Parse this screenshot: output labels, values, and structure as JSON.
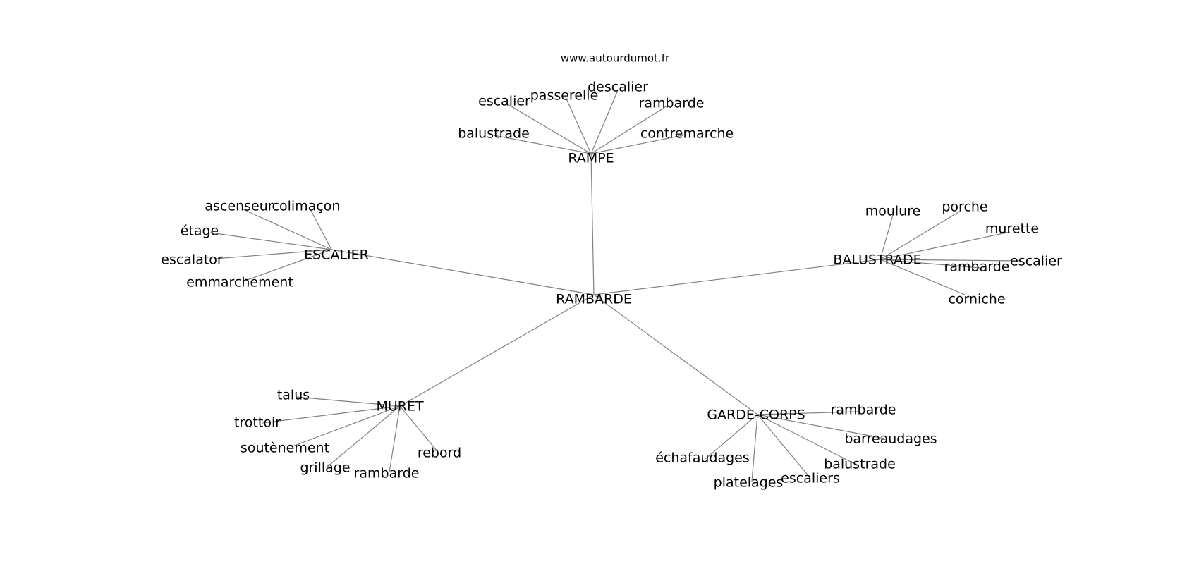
{
  "watermark": "www.autourdumot.fr",
  "center": "RAMBARDE",
  "groups": [
    {
      "label": "RAMPE",
      "words": [
        "balustrade",
        "escalier",
        "passerelle",
        "descalier",
        "rambarde",
        "contremarche"
      ]
    },
    {
      "label": "ESCALIER",
      "words": [
        "ascenseur",
        "colimaçon",
        "étage",
        "escalator",
        "emmarchement"
      ]
    },
    {
      "label": "BALUSTRADE",
      "words": [
        "moulure",
        "porche",
        "murette",
        "escalier",
        "rambarde",
        "corniche"
      ]
    },
    {
      "label": "MURET",
      "words": [
        "talus",
        "trottoir",
        "soutènement",
        "grillage",
        "rambarde",
        "rebord"
      ]
    },
    {
      "label": "GARDE-CORPS",
      "words": [
        "rambarde",
        "barreaudages",
        "balustrade",
        "escaliers",
        "platelages",
        "échafaudages"
      ]
    }
  ]
}
